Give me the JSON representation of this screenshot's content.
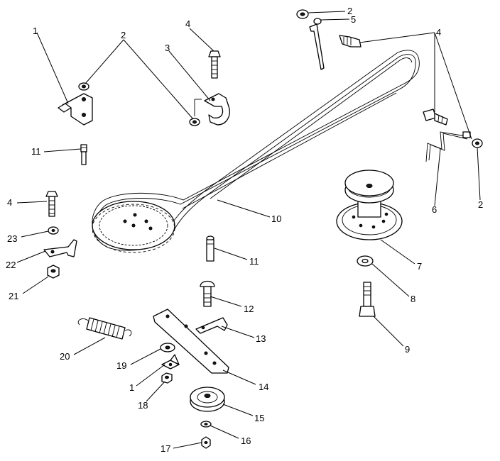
{
  "diagram": {
    "callouts": [
      {
        "id": "c1a",
        "label": "1"
      },
      {
        "id": "c2a",
        "label": "2"
      },
      {
        "id": "c4a",
        "label": "4"
      },
      {
        "id": "c3",
        "label": "3"
      },
      {
        "id": "c2b",
        "label": "2"
      },
      {
        "id": "c5",
        "label": "5"
      },
      {
        "id": "c4b",
        "label": "4"
      },
      {
        "id": "c11a",
        "label": "11"
      },
      {
        "id": "c4c",
        "label": "4"
      },
      {
        "id": "c6",
        "label": "6"
      },
      {
        "id": "c2c",
        "label": "2"
      },
      {
        "id": "c23",
        "label": "23"
      },
      {
        "id": "c10",
        "label": "10"
      },
      {
        "id": "c22",
        "label": "22"
      },
      {
        "id": "c11b",
        "label": "11"
      },
      {
        "id": "c7",
        "label": "7"
      },
      {
        "id": "c21",
        "label": "21"
      },
      {
        "id": "c8",
        "label": "8"
      },
      {
        "id": "c12",
        "label": "12"
      },
      {
        "id": "c13",
        "label": "13"
      },
      {
        "id": "c9",
        "label": "9"
      },
      {
        "id": "c20",
        "label": "20"
      },
      {
        "id": "c19",
        "label": "19"
      },
      {
        "id": "c14",
        "label": "14"
      },
      {
        "id": "c1b",
        "label": "1"
      },
      {
        "id": "c18",
        "label": "18"
      },
      {
        "id": "c15",
        "label": "15"
      },
      {
        "id": "c16",
        "label": "16"
      },
      {
        "id": "c17",
        "label": "17"
      }
    ]
  }
}
